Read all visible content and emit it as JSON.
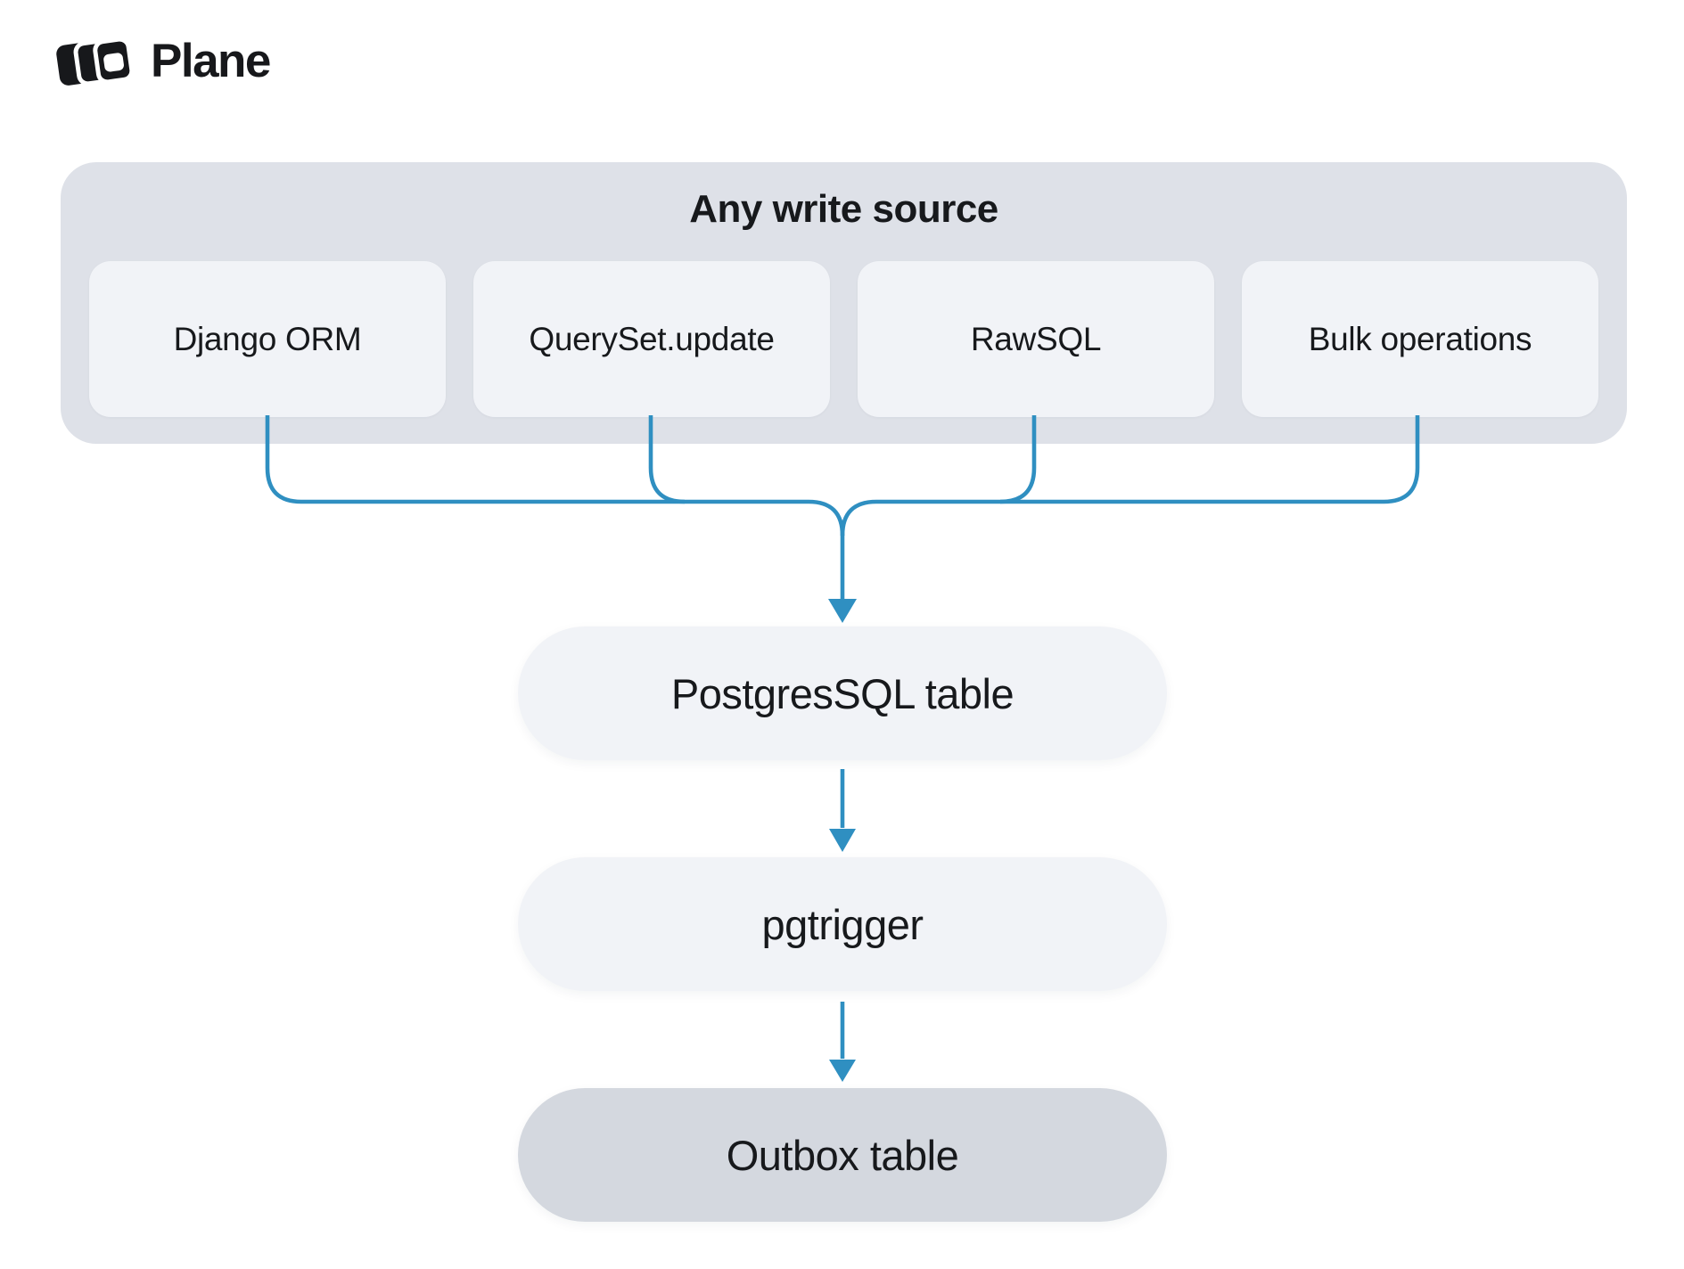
{
  "logo": {
    "brand": "Plane"
  },
  "diagram": {
    "write_sources": {
      "title": "Any write source",
      "items": [
        {
          "label": "Django ORM"
        },
        {
          "label": "QuerySet.update"
        },
        {
          "label": "RawSQL"
        },
        {
          "label": "Bulk operations"
        }
      ]
    },
    "nodes": [
      {
        "label": "PostgresSQL table",
        "variant": "light"
      },
      {
        "label": "pgtrigger",
        "variant": "light"
      },
      {
        "label": "Outbox table",
        "variant": "dark"
      }
    ]
  },
  "colors": {
    "group_bg": "#DEE1E8",
    "card_bg": "#F1F3F7",
    "node_light_bg": "#F1F3F7",
    "node_dark_bg": "#D4D8DF",
    "connector": "#2F8FC1",
    "text": "#17191C",
    "logo_ink": "#17181B"
  }
}
